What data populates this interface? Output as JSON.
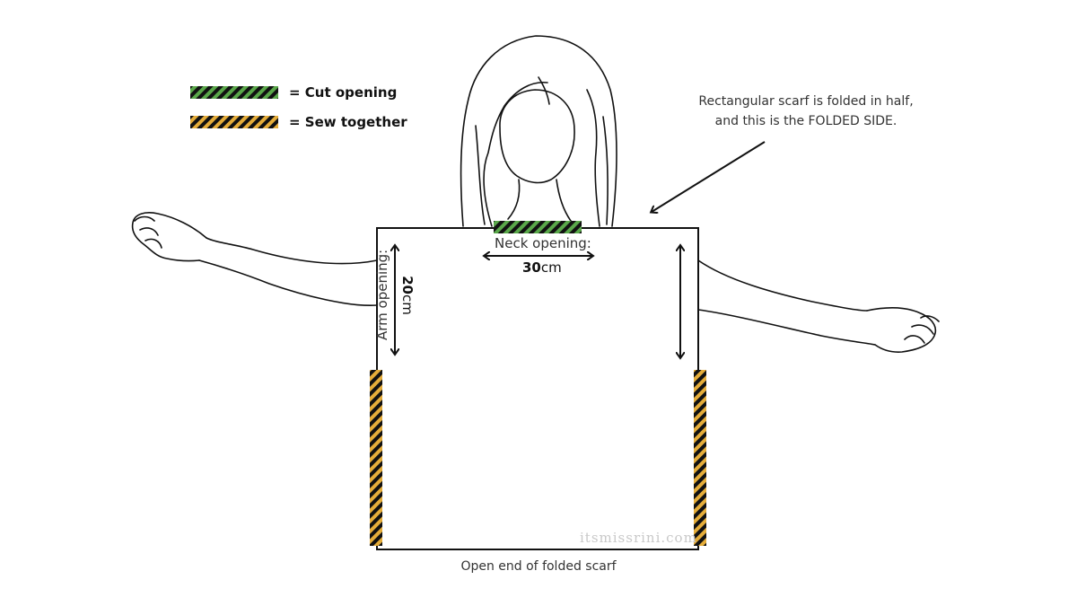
{
  "legend": [
    {
      "label": "= Cut opening",
      "color": "#5aa84a"
    },
    {
      "label": "= Sew together",
      "color": "#e5ad3a"
    }
  ],
  "annotation": {
    "line1": "Rectangular scarf is folded in half,",
    "line2": "and this is the FOLDED SIDE."
  },
  "neck_opening": {
    "label": "Neck opening:",
    "value": "30",
    "unit": "cm"
  },
  "arm_opening": {
    "label": "Arm opening:",
    "value": "20",
    "unit": "cm"
  },
  "bottom_label": "Open end of folded scarf",
  "watermark": "itsmissrini.com",
  "colors": {
    "cut": "#5aa84a",
    "sew": "#e5ad3a",
    "stripe": "#111111",
    "line": "#111111"
  }
}
